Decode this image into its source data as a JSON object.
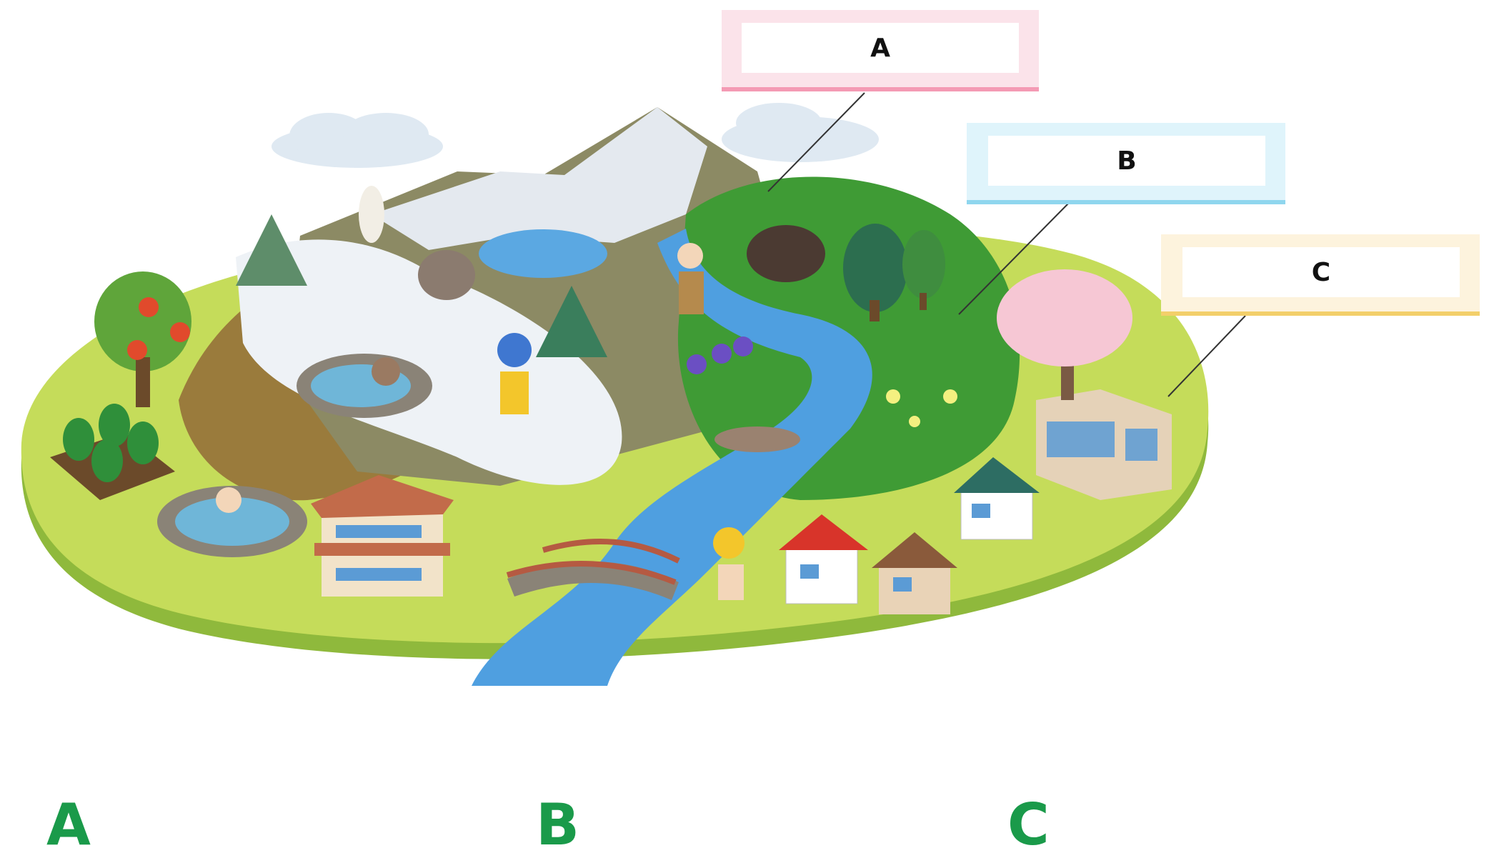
{
  "callouts": {
    "a": {
      "label": "A",
      "frame_color": "#fbe3ea",
      "line_color": "#f49ab4"
    },
    "b": {
      "label": "B",
      "frame_color": "#dff4fb",
      "line_color": "#8fd6ee"
    },
    "c": {
      "label": "C",
      "frame_color": "#fdf3dd",
      "line_color": "#f3cf6a"
    }
  },
  "answer_labels": {
    "a": "A",
    "b": "B",
    "c": "C"
  },
  "colors": {
    "answer_text": "#1a9a4a",
    "island_grass": "#c5dc5a",
    "island_edge": "#8fb93c",
    "forest_green": "#3f9b35",
    "river_blue": "#4f9fe0",
    "snow": "#eef2f6"
  }
}
